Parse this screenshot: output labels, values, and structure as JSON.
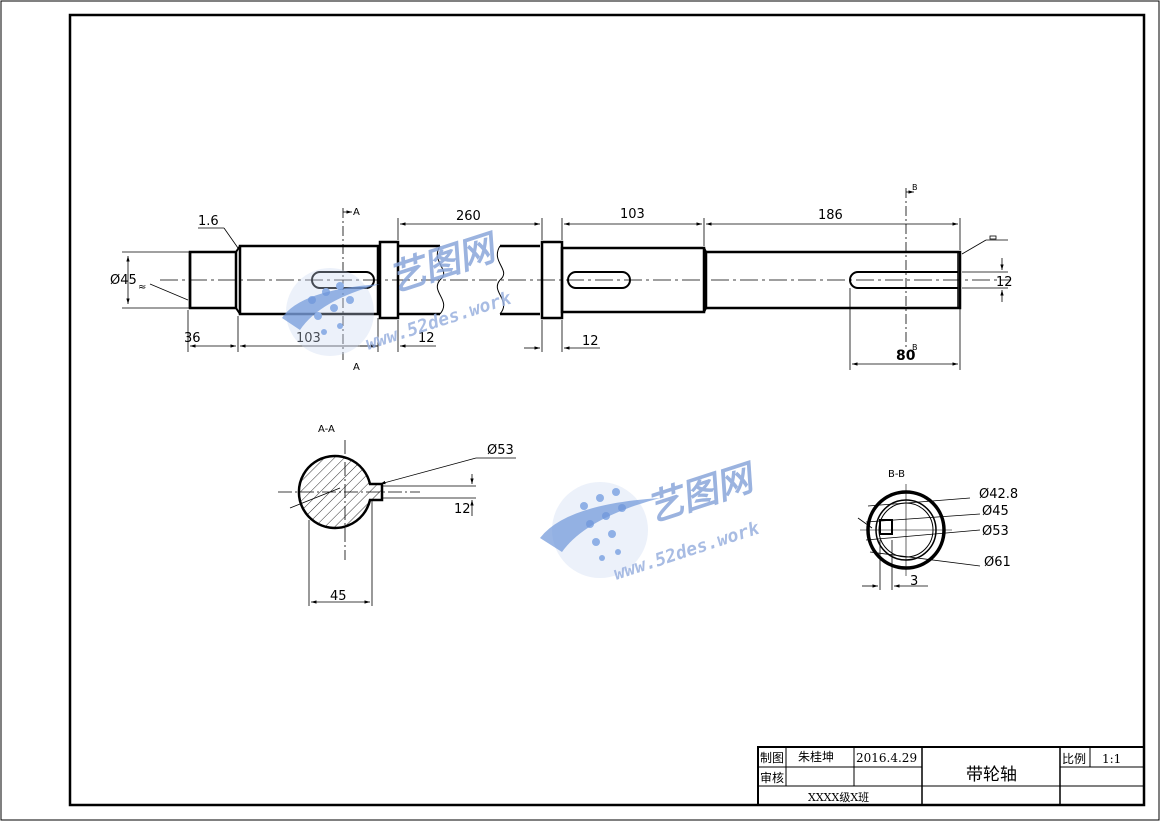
{
  "main_view": {
    "chamfer": "1.6",
    "diameter_left": "Ø45",
    "tolerance_mark": "≈",
    "len_36": "36",
    "len_103_a": "103",
    "len_12_a": "12",
    "len_260": "260",
    "len_103_b": "103",
    "len_12_b": "12",
    "len_186": "186",
    "key_12": "12",
    "len_80": "80",
    "section_a": "A",
    "section_b": "B"
  },
  "section_aa": {
    "title": "A-A",
    "diameter": "Ø53",
    "key_width": "12",
    "depth": "45"
  },
  "section_bb": {
    "title": "B-B",
    "d1": "Ø42.8",
    "d2": "Ø45",
    "d3": "Ø53",
    "d4": "Ø61",
    "key": "3"
  },
  "title_block": {
    "drawn_label": "制图",
    "drawer": "朱桂坤",
    "date": "2016.4.29",
    "review_label": "审核",
    "part_name": "带轮轴",
    "scale_label": "比例",
    "scale_value": "1:1",
    "class_name": "XXXX级X班"
  },
  "watermark": {
    "brand": "艺图网",
    "url": "www.52des.work"
  }
}
